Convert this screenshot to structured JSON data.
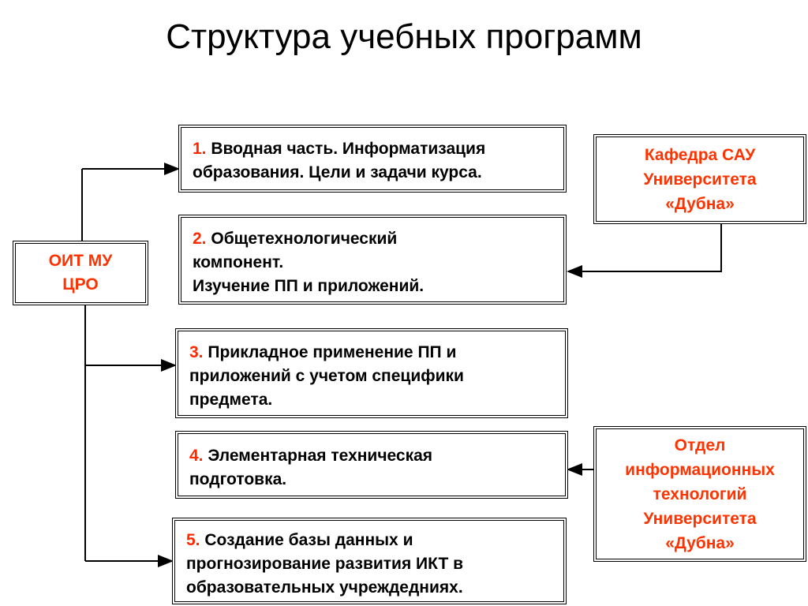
{
  "title": "Структура учебных программ",
  "source_left": {
    "line1": "ОИТ МУ",
    "line2": "ЦРО"
  },
  "source_right_top": {
    "line1": "Кафедра САУ",
    "line2": "Университета",
    "line3": "«Дубна»"
  },
  "source_right_bottom": {
    "line1": "Отдел",
    "line2": "информационных",
    "line3": "технологий",
    "line4": "Университета",
    "line5": "«Дубна»"
  },
  "modules": [
    {
      "number": "1.",
      "line1": "Вводная часть. Информатизация",
      "line2": "образования. Цели и задачи курса."
    },
    {
      "number": "2.",
      "line1": "Общетехнологический",
      "line2": "компонент.",
      "line3": "Изучение ПП и приложений."
    },
    {
      "number": "3.",
      "line1": "Прикладное применение ПП и",
      "line2": "приложений с учетом специфики",
      "line3": "предмета."
    },
    {
      "number": "4.",
      "line1": "Элементарная техническая",
      "line2": "подготовка."
    },
    {
      "number": "5.",
      "line1": "Создание базы данных и",
      "line2": "прогнозирование развития ИКТ в",
      "line3": "образовательных учреждедниях."
    }
  ],
  "colors": {
    "accent": "#ff3300",
    "border": "#000000",
    "background": "#ffffff"
  }
}
